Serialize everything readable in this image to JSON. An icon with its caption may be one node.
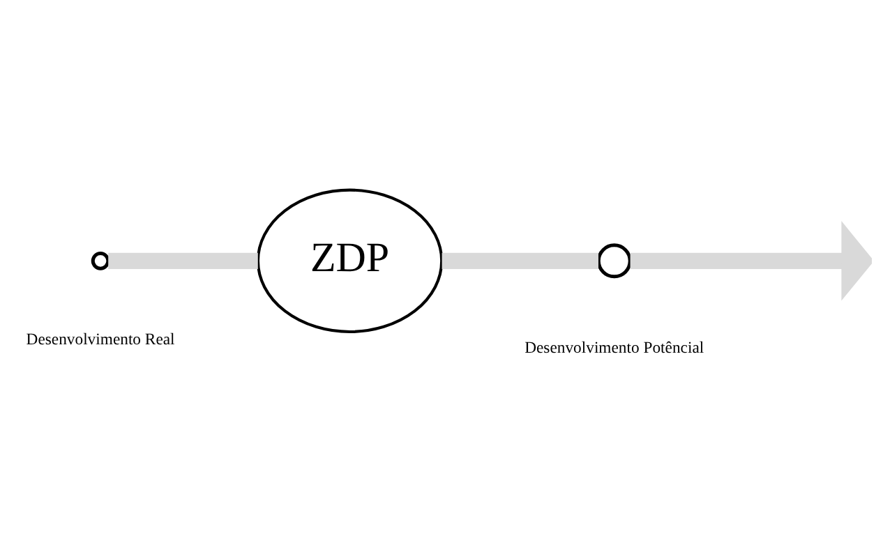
{
  "diagram": {
    "nodes": [
      {
        "text": [],
        "shape": "circle",
        "beside": [
          "Desenvolvimento Real"
        ]
      },
      {
        "text": [
          "ZDP"
        ]
      },
      {
        "text": [],
        "shape": "circle",
        "beside": [
          "Desenvolvimento Potêncial"
        ]
      }
    ],
    "edges": [
      {
        "from": 0,
        "to": 1,
        "arrow": "none"
      },
      {
        "from": 1,
        "to": 2,
        "arrow": "none"
      },
      {
        "from": 2,
        "to": null,
        "arrow": "to"
      }
    ]
  }
}
